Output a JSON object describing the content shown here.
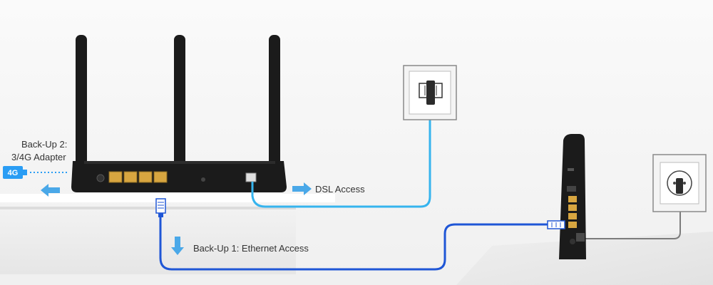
{
  "labels": {
    "backup2_line1": "Back-Up 2:",
    "backup2_line2": "3/4G Adapter",
    "dsl_access": "DSL Access",
    "ethernet_access": "Back-Up 1: Ethernet Access",
    "badge_4g": "4G"
  },
  "colors": {
    "accent_blue": "#2a9df4",
    "arrow_light_blue": "#4aa8e8",
    "ethernet_cable": "#1f56d6",
    "dsl_cable": "#36b4ee",
    "device_black": "#1b1b1b",
    "lan_port_yellow": "#d8a640",
    "wall_plate": "#f4f4f4",
    "wall_plate_border": "#8a8a8a",
    "power_cable": "#7c7c7c"
  },
  "icons": {
    "adapter": "usb-4g-adapter-icon",
    "left_arrow": "arrow-left-icon",
    "right_arrow": "arrow-right-icon",
    "down_arrow": "arrow-down-icon"
  }
}
